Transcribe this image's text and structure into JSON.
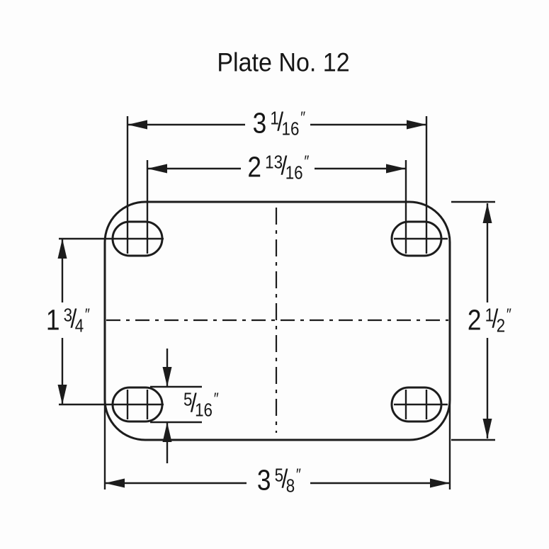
{
  "title": "Plate No. 12",
  "colors": {
    "line": "#1c1c1c",
    "text": "#161616",
    "background": "#fdfdfd"
  },
  "dimensions": {
    "bolt_spacing_outer": {
      "whole": "3",
      "num": "1",
      "slash": "/",
      "den": "16",
      "unit": "″"
    },
    "bolt_spacing_inner": {
      "whole": "2",
      "num": "13",
      "slash": "/",
      "den": "16",
      "unit": "″"
    },
    "hole_spacing_vertical": {
      "whole": "1",
      "num": "3",
      "slash": "/",
      "den": "4",
      "unit": "″"
    },
    "plate_height": {
      "whole": "2",
      "num": "1",
      "slash": "/",
      "den": "2",
      "unit": "″"
    },
    "slot_height": {
      "whole": "",
      "num": "5",
      "slash": "/",
      "den": "16",
      "unit": "″"
    },
    "plate_width": {
      "whole": "3",
      "num": "5",
      "slash": "/",
      "den": "8",
      "unit": "″"
    }
  }
}
